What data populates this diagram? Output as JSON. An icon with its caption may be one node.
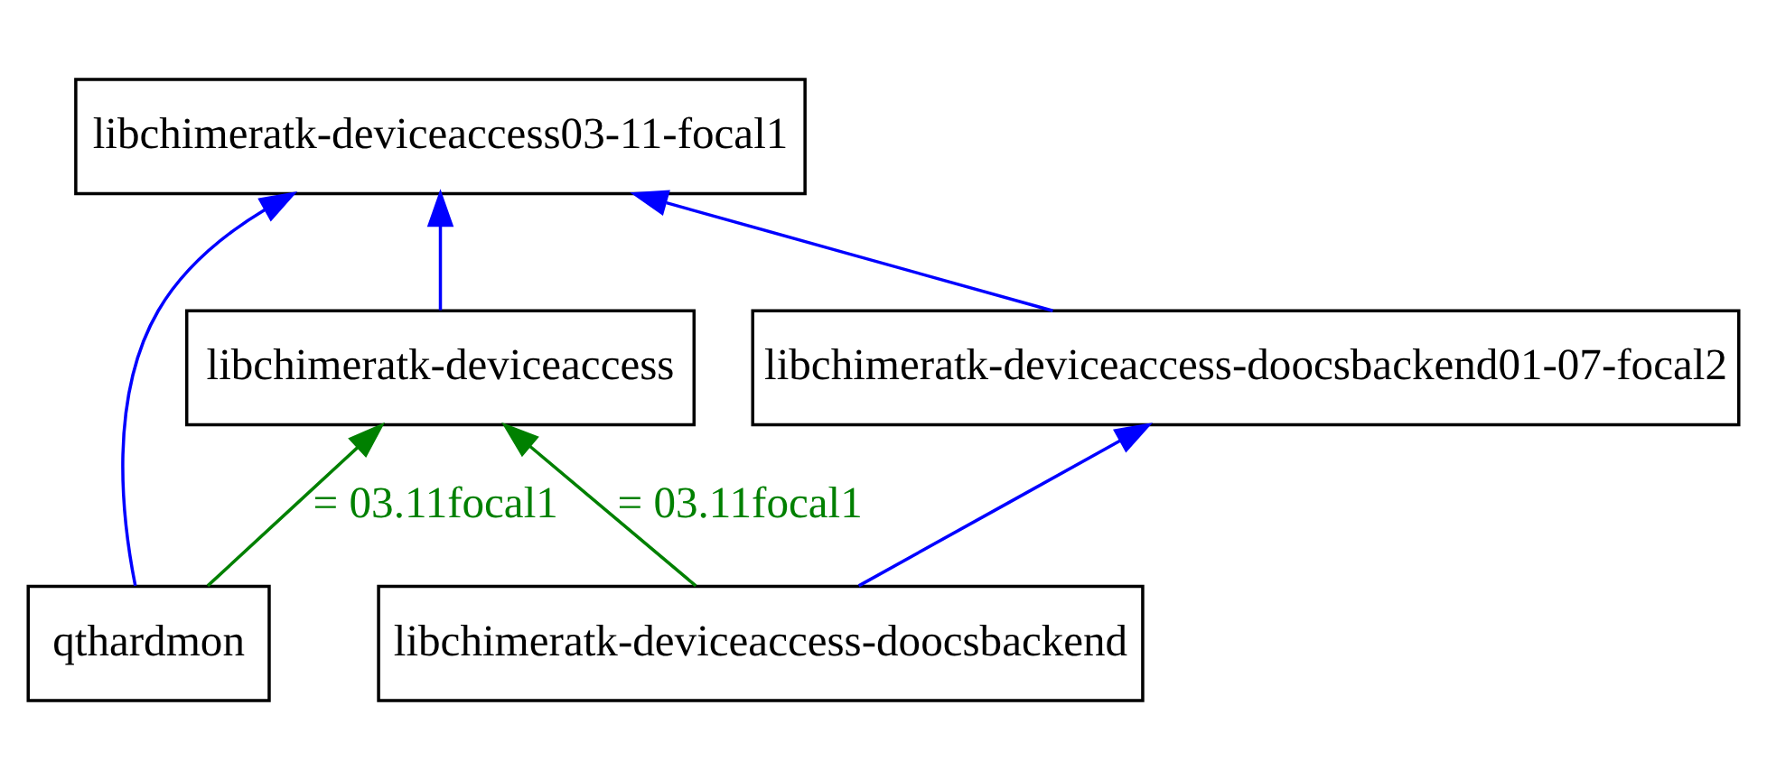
{
  "diagram": {
    "nodes": [
      {
        "text": [
          "libchimeratk-deviceaccess03-11-focal1"
        ]
      },
      {
        "text": [
          "libchimeratk-deviceaccess"
        ]
      },
      {
        "text": [
          "libchimeratk-deviceaccess-doocsbackend01-07-focal2"
        ]
      },
      {
        "text": [
          "qthardmon"
        ]
      },
      {
        "text": [
          "libchimeratk-deviceaccess-doocsbackend"
        ]
      }
    ],
    "edges": [
      {
        "from": 3,
        "to": 0,
        "arrow": "to"
      },
      {
        "from": 1,
        "to": 0,
        "arrow": "to"
      },
      {
        "from": 2,
        "to": 0,
        "arrow": "to"
      },
      {
        "from": 3,
        "to": 1,
        "arrow": "to",
        "label": "= 03.11focal1",
        "color": "#008000"
      },
      {
        "from": 4,
        "to": 1,
        "arrow": "to",
        "label": "= 03.11focal1",
        "color": "#008000"
      },
      {
        "from": 4,
        "to": 2,
        "arrow": "to"
      }
    ]
  }
}
